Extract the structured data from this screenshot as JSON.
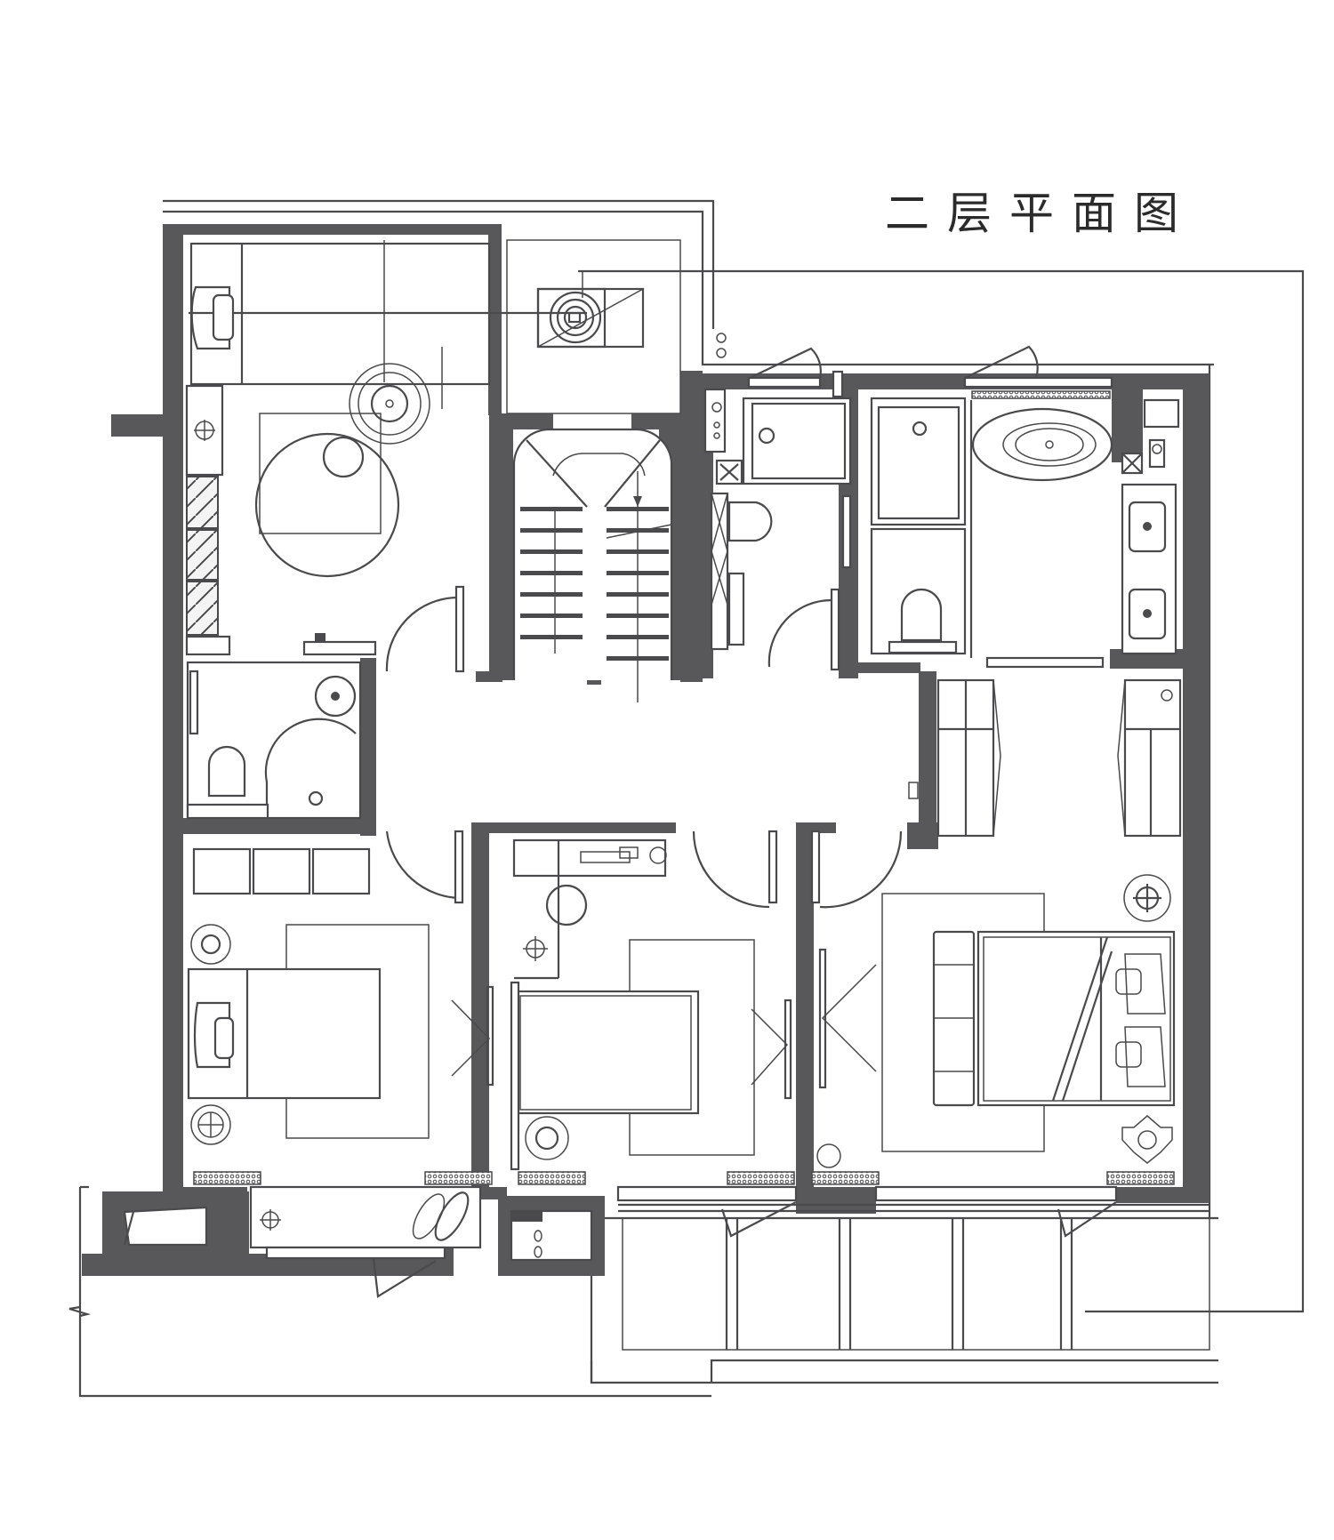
{
  "title": "二层平面图",
  "colors": {
    "wall": "#58585a",
    "line": "#4a4a4c",
    "background": "#ffffff",
    "text": "#2b2b2b"
  },
  "rooms": [
    {
      "id": "study-bedroom-north-west",
      "features": [
        "bed",
        "armchair",
        "round-table",
        "pendant-lamp",
        "wardrobe",
        "floor-lamp-icon"
      ]
    },
    {
      "id": "stairwell",
      "features": [
        "dog-leg-stair",
        "up-arrow"
      ]
    },
    {
      "id": "ac-platform-north",
      "features": [
        "ac-outdoor-unit"
      ]
    },
    {
      "id": "shared-bathroom-north",
      "features": [
        "shower",
        "toilet",
        "vanity"
      ]
    },
    {
      "id": "master-bathroom",
      "features": [
        "freestanding-bathtub",
        "shower",
        "toilet",
        "double-vanity"
      ]
    },
    {
      "id": "walk-in-closet",
      "features": [
        "wardrobes-left",
        "wardrobes-right"
      ]
    },
    {
      "id": "bathroom-west",
      "features": [
        "round-basin",
        "toilet",
        "corner-shower"
      ]
    },
    {
      "id": "hall",
      "features": []
    },
    {
      "id": "bedroom-south-west",
      "features": [
        "double-bed",
        "wardrobe",
        "tv",
        "side-table",
        "curtains"
      ]
    },
    {
      "id": "bedroom-south-middle",
      "features": [
        "double-bed",
        "desk",
        "chair",
        "tv",
        "side-table",
        "curtains"
      ]
    },
    {
      "id": "master-bedroom",
      "features": [
        "king-bed",
        "bench",
        "tv",
        "armchairs",
        "side-tables",
        "curtains"
      ]
    },
    {
      "id": "balcony-south",
      "features": [
        "plants",
        "floor-lamp"
      ]
    },
    {
      "id": "terrace-south",
      "features": [
        "grid-pergola"
      ]
    }
  ]
}
